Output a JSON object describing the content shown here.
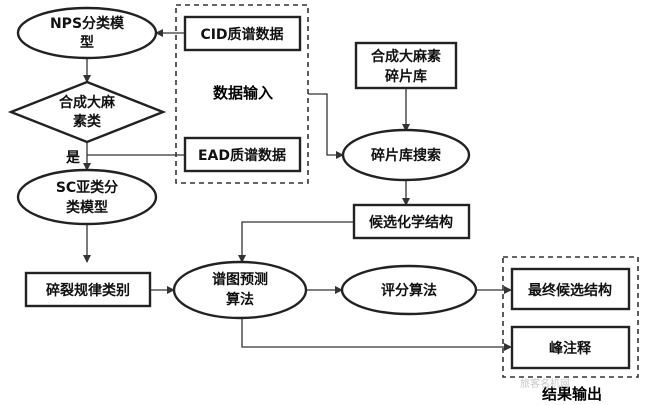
{
  "nodes": {
    "nps_model": [
      "NPS分类模",
      "型"
    ],
    "cid_data": "CID质谱数据",
    "data_input": "数据输入",
    "synthetic_check": [
      "合成大麻",
      "素类"
    ],
    "yes_label": "是",
    "ead_data": "EAD质谱数据",
    "fragment_library": [
      "合成大麻素",
      "碎片库"
    ],
    "library_search": "碎片库搜索",
    "sc_model": [
      "SC亚类分",
      "类模型"
    ],
    "candidate_structure": "候选化学结构",
    "cleavage_rules": "碎裂规律类别",
    "spectrum_prediction": [
      "谱图预测",
      "算法"
    ],
    "scoring": "评分算法",
    "final_candidate": "最终候选结构",
    "peak_annotation": "峰注释",
    "result_output": "结果输出"
  },
  "watermark": "旅客名机网"
}
